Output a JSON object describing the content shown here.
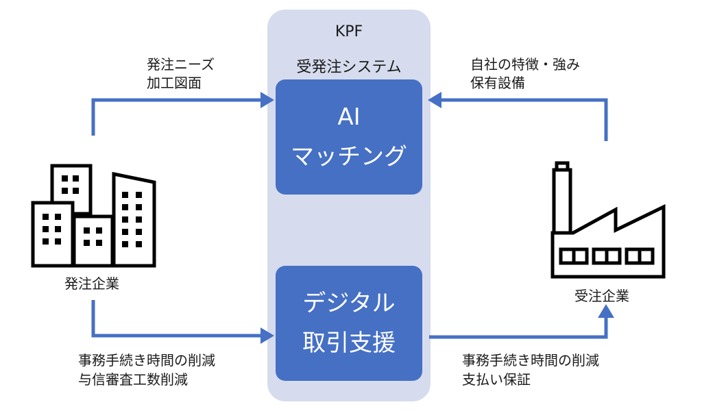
{
  "system": {
    "line1": "KPF",
    "line2": "受発注システム"
  },
  "ai_box": {
    "line1": "AI",
    "line2": "マッチング"
  },
  "digital_box": {
    "line1": "デジタル",
    "line2": "取引支援"
  },
  "orderer": {
    "name": "発注企業",
    "icon": "office-buildings-icon",
    "to_system": [
      "発注ニーズ",
      "加工図面"
    ],
    "benefits": [
      "事務手続き時間の削減",
      "与信審査工数削減"
    ]
  },
  "supplier": {
    "name": "受注企業",
    "icon": "factory-icon",
    "to_system": [
      "自社の特徴・強み",
      "保有設備"
    ],
    "benefits": [
      "事務手続き時間の削減",
      "支払い保証"
    ]
  },
  "colors": {
    "panel": "#d6dcee",
    "box": "#4570c4",
    "arrow": "#4570c4",
    "icon": "#000000"
  }
}
